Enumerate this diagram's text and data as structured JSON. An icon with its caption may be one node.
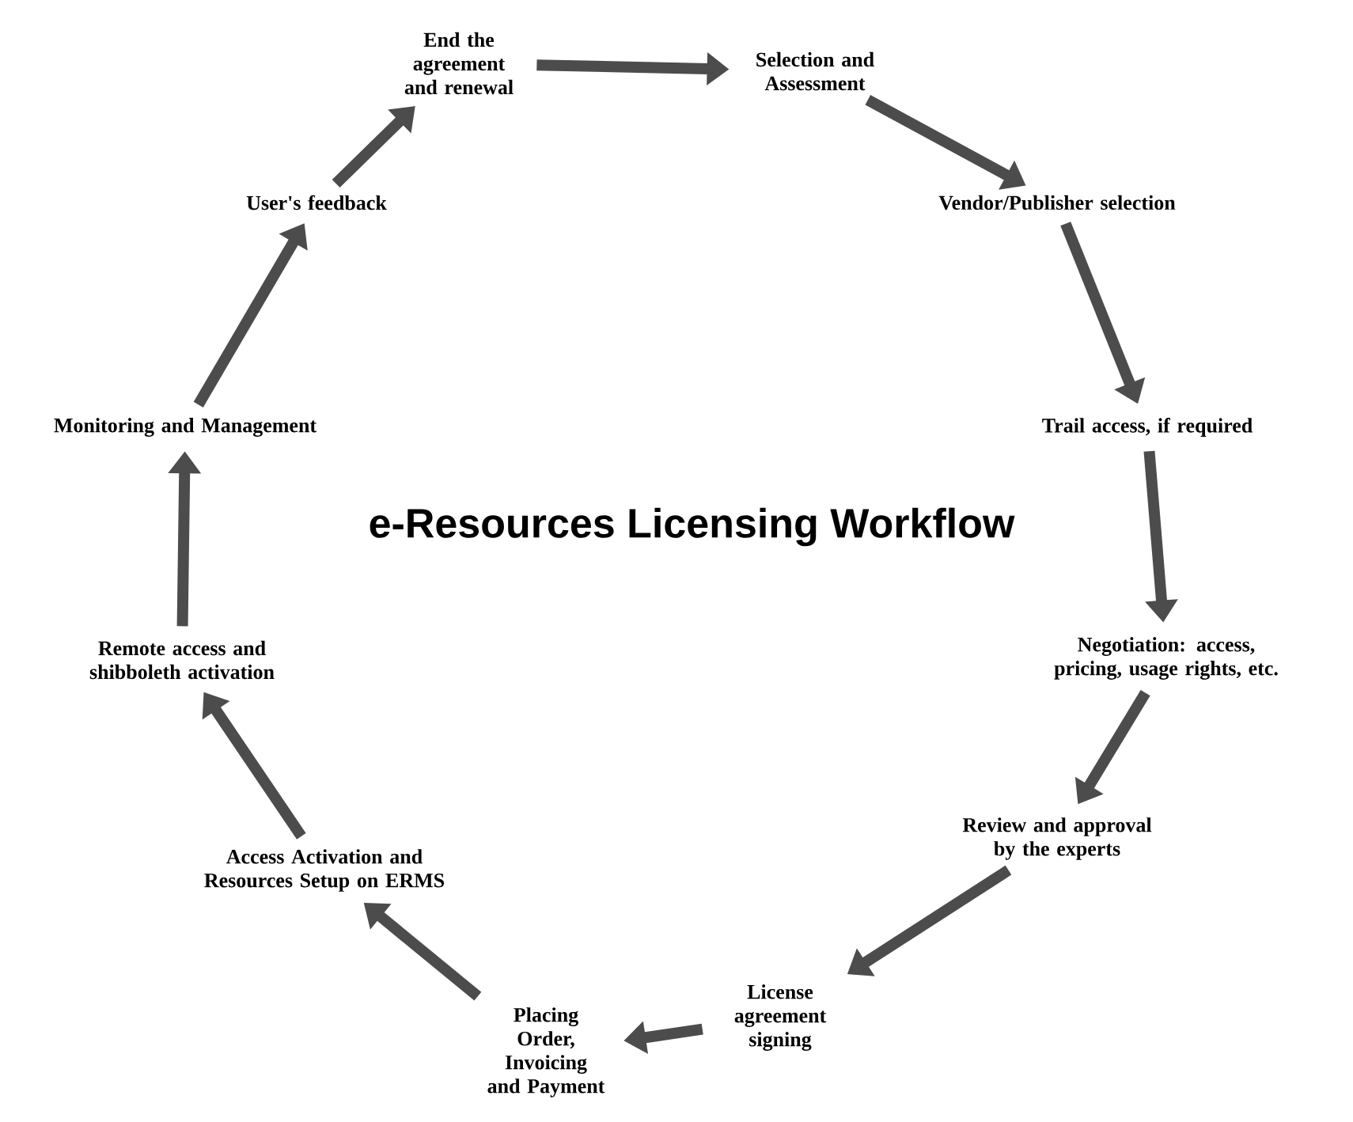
{
  "diagram": {
    "title": "e-Resources Licensing Workflow",
    "nodes": [
      {
        "text": [
          "End the agreement and renewal"
        ]
      },
      {
        "text": [
          "Selection and Assessment"
        ]
      },
      {
        "text": [
          "Vendor/Publisher selection"
        ]
      },
      {
        "text": [
          "Trail access, if required"
        ]
      },
      {
        "text": [
          "Negotiation: access, pricing, usage rights, etc."
        ]
      },
      {
        "text": [
          "Review and approval by the experts"
        ]
      },
      {
        "text": [
          "License agreement signing"
        ]
      },
      {
        "text": [
          "Placing Order, Invoicing and Payment"
        ]
      },
      {
        "text": [
          "Access Activation and Resources Setup on ERMS"
        ]
      },
      {
        "text": [
          "Remote access and shibboleth activation"
        ]
      },
      {
        "text": [
          "Monitoring and Management"
        ]
      },
      {
        "text": [
          "User's feedback"
        ]
      }
    ],
    "edges": [
      {
        "from": 0,
        "to": 1,
        "arrow": "to"
      },
      {
        "from": 1,
        "to": 2,
        "arrow": "to"
      },
      {
        "from": 2,
        "to": 3,
        "arrow": "to"
      },
      {
        "from": 3,
        "to": 4,
        "arrow": "to"
      },
      {
        "from": 4,
        "to": 5,
        "arrow": "to"
      },
      {
        "from": 5,
        "to": 6,
        "arrow": "to"
      },
      {
        "from": 6,
        "to": 7,
        "arrow": "to"
      },
      {
        "from": 7,
        "to": 8,
        "arrow": "to"
      },
      {
        "from": 8,
        "to": 9,
        "arrow": "to"
      },
      {
        "from": 9,
        "to": 10,
        "arrow": "to"
      },
      {
        "from": 10,
        "to": 11,
        "arrow": "to"
      },
      {
        "from": 11,
        "to": 0,
        "arrow": "to"
      }
    ]
  }
}
